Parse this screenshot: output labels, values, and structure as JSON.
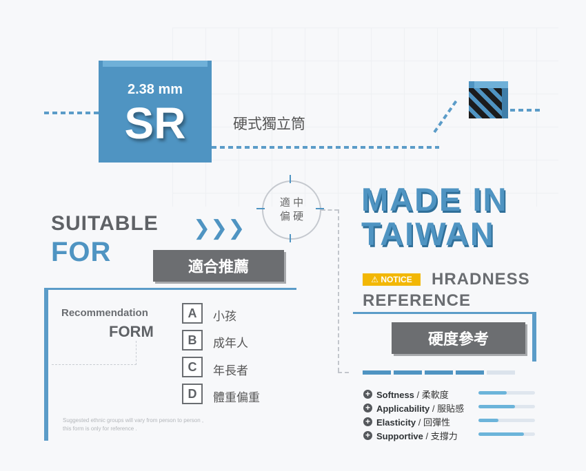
{
  "product": {
    "size": "2.38 mm",
    "code": "SR",
    "type": "硬式獨立筒"
  },
  "badge": {
    "line1": "適 中",
    "line2": "偏 硬"
  },
  "suitable": {
    "line1": "SUITABLE",
    "line2": "FOR",
    "chevrons": "❯❯❯",
    "box_label": "適合推薦"
  },
  "recommendation": {
    "title1": "Recommendation",
    "title2": "FORM",
    "options": [
      {
        "letter": "A",
        "label": "小孩"
      },
      {
        "letter": "B",
        "label": "成年人"
      },
      {
        "letter": "C",
        "label": "年長者"
      },
      {
        "letter": "D",
        "label": "體重偏重"
      }
    ],
    "note1": "Suggested ethnic groups will vary from person to person ,",
    "note2": "this form is only for reference ."
  },
  "made_in": {
    "line1": "MADE IN",
    "line2": "TAIWAN"
  },
  "hardness": {
    "notice": "⚠ NOTICE",
    "title1": "HRADNESS",
    "title2": "REFERENCE",
    "box_label": "硬度參考",
    "scale_active_segments": 4,
    "scale_total_segments": 5,
    "properties": [
      {
        "en": "Softness",
        "zh": "柔軟度",
        "level": 0.5
      },
      {
        "en": "Applicability",
        "zh": "服貼感",
        "level": 0.65
      },
      {
        "en": "Elasticity",
        "zh": "回彈性",
        "level": 0.35
      },
      {
        "en": "Supportive",
        "zh": "支撐力",
        "level": 0.8
      }
    ]
  },
  "colors": {
    "accent": "#4f94c2",
    "dark": "#6c6e71",
    "notice": "#f2b705"
  }
}
